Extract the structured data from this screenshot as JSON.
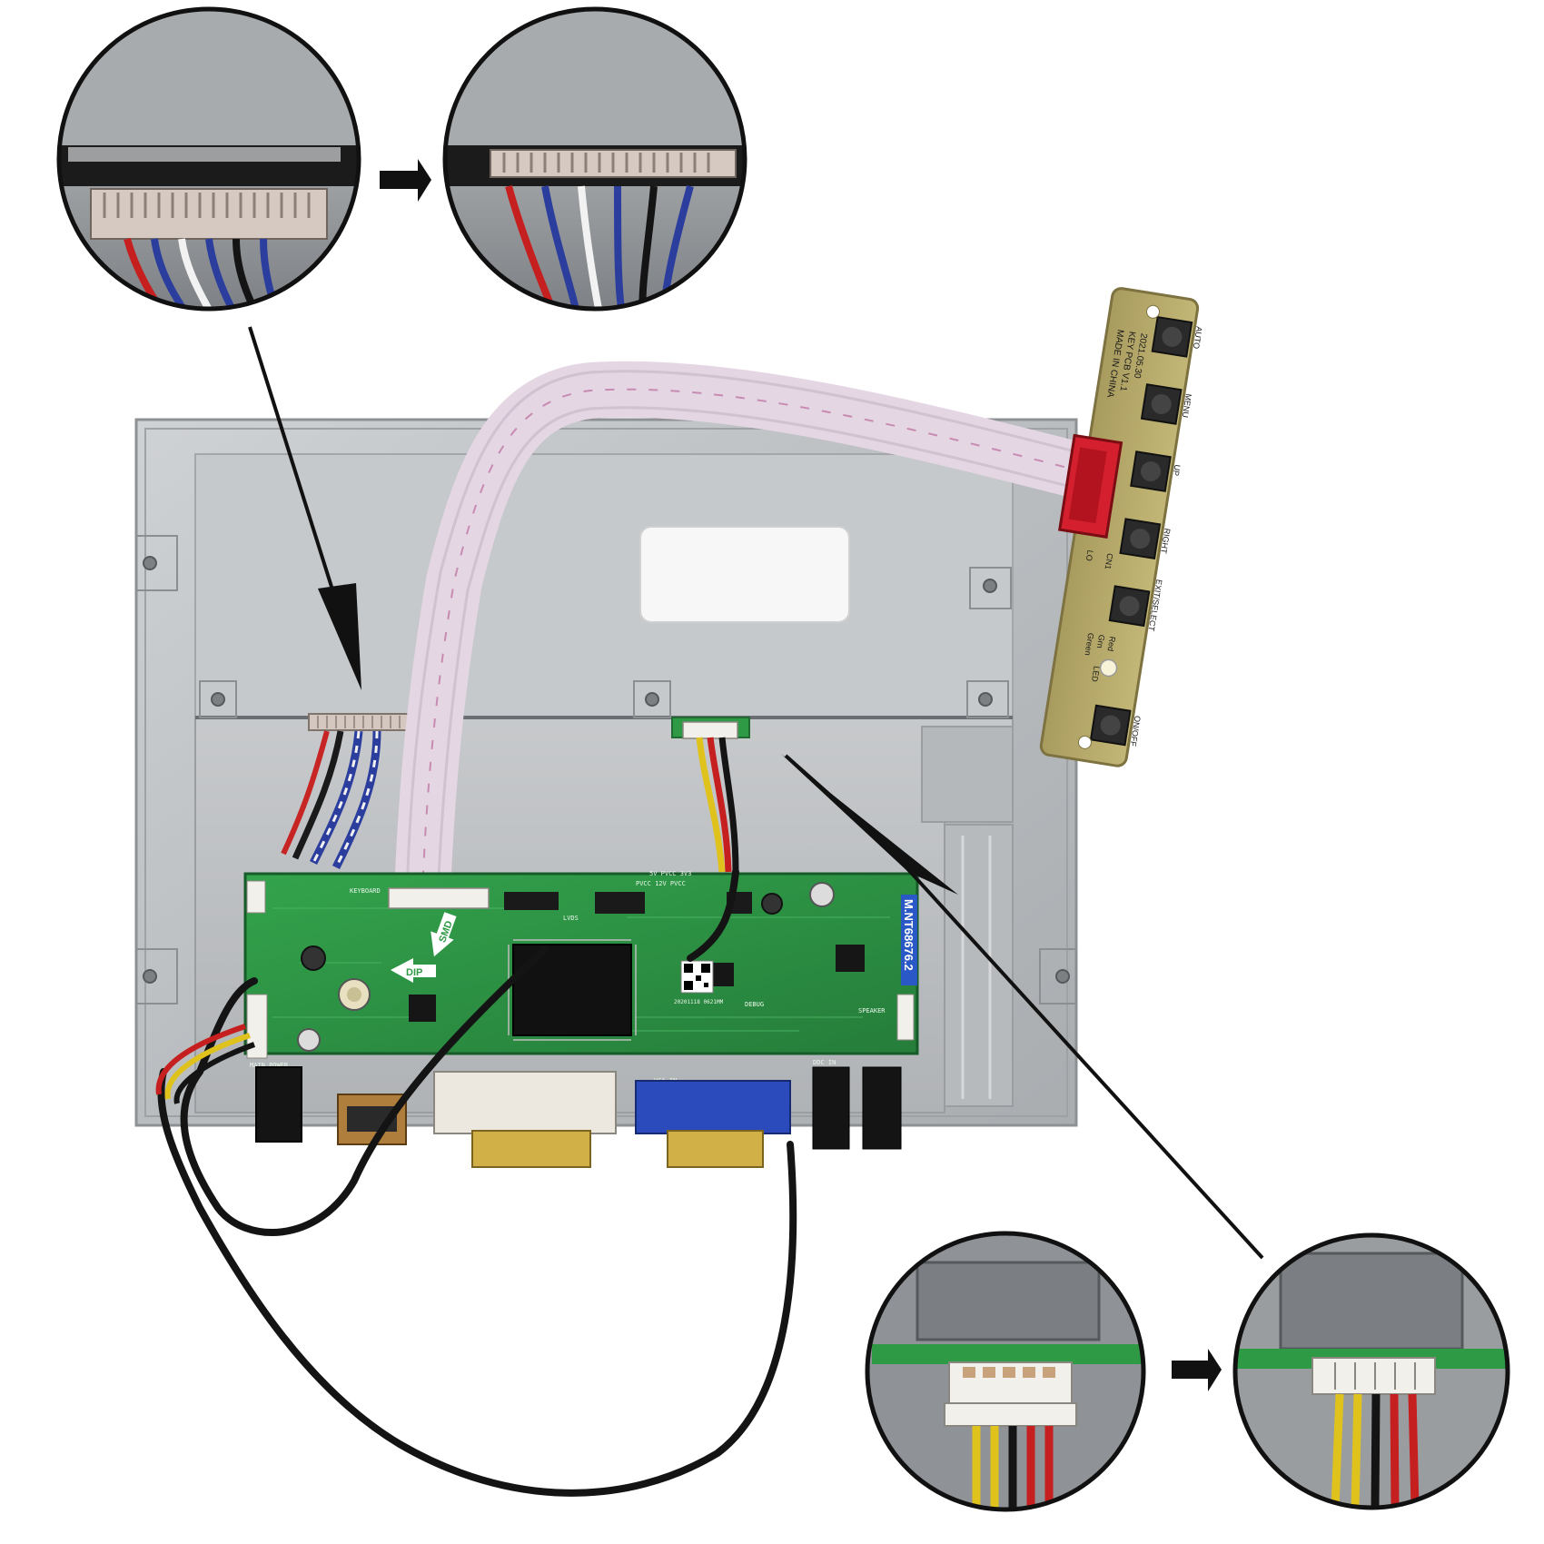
{
  "controller_board": {
    "model_label": "M.NT68676.2",
    "silk": {
      "keyboard": "KEYBOARD",
      "main_power": "MAIN POWER",
      "lvds": "LVDS",
      "power_select": "5V  PVCC  3V3",
      "pvcc": "PVCC  12V  PVCC",
      "vga_in": "VGA IN",
      "ddc_in": "DDC IN",
      "smd": "SMD",
      "dip": "DIP",
      "debug": "DEBUG",
      "speaker": "SPEAKER",
      "qr_caption": "20201118 0621MM"
    }
  },
  "keypad_board": {
    "buttons": [
      "AUTO",
      "MENU",
      "UP",
      "RIGHT",
      "EXIT/SELECT",
      "ON/OFF"
    ],
    "silk_lines": [
      "2021.05.30",
      "KEY  PCB V1.1",
      "MADE IN CHINA"
    ],
    "led_labels": [
      "Red",
      "Grn",
      "Green"
    ],
    "led_caption": "LED",
    "connector_side": "CN1",
    "connector_side2": "LO"
  },
  "icons": {
    "process_arrow": "right-arrow-icon",
    "pointer_arrow": "pointer-arrow-icon"
  },
  "colors": {
    "pcb_green": "#2f9a46",
    "panel_metal": "#bfc3c6",
    "keypad_pcb": "#b5a868",
    "red_connector": "#d4202e",
    "vga_blue": "#2b4bbd"
  }
}
